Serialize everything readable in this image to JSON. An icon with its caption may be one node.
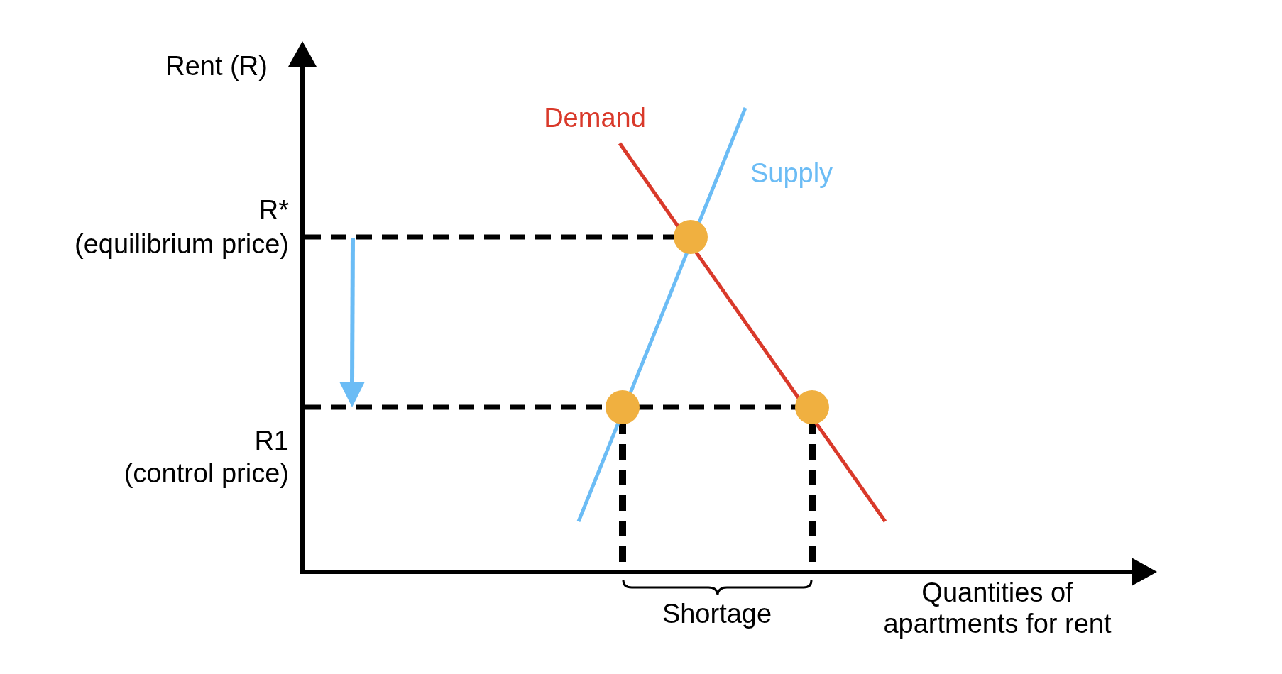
{
  "diagram": {
    "labels": [
      "Rent (R)",
      "Demand",
      "Supply",
      "R*",
      "(equilibrium price)",
      "R1",
      "(control price)",
      "Shortage",
      "Quantities of apartments for rent"
    ]
  }
}
